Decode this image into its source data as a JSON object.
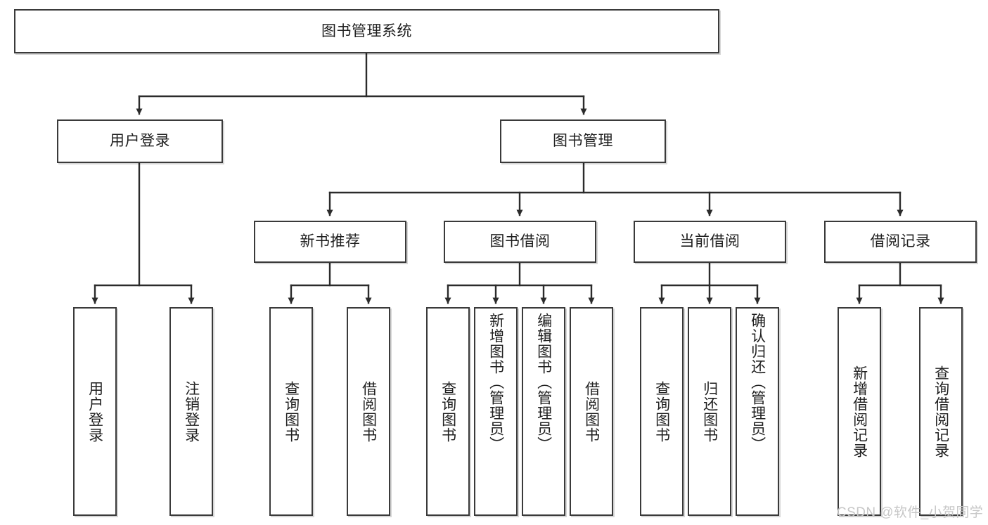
{
  "diagram": {
    "type": "tree-hierarchy",
    "title": "图书管理系统",
    "watermark": "CSDN @软件_小贺同学",
    "colors": {
      "box_border": "#3a3a3a",
      "box_fill": "#ffffff",
      "connector": "#2b2b2b",
      "text": "#1f1f1f",
      "watermark": "#c7c7c7",
      "background": "#ffffff"
    },
    "root": {
      "label": "图书管理系统"
    },
    "level1": [
      {
        "label": "用户登录"
      },
      {
        "label": "图书管理"
      }
    ],
    "level2": [
      {
        "label": "新书推荐"
      },
      {
        "label": "图书借阅"
      },
      {
        "label": "当前借阅"
      },
      {
        "label": "借阅记录"
      }
    ],
    "leaves": {
      "user_login": [
        {
          "label": "用户登录"
        },
        {
          "label": "注销登录"
        }
      ],
      "new_book_recommend": [
        {
          "label": "查询图书"
        },
        {
          "label": "借阅图书"
        }
      ],
      "book_borrow": [
        {
          "label": "查询图书"
        },
        {
          "label": "新增图书（管理员）"
        },
        {
          "label": "编辑图书（管理员）"
        },
        {
          "label": "借阅图书"
        }
      ],
      "current_borrow": [
        {
          "label": "查询图书"
        },
        {
          "label": "归还图书"
        },
        {
          "label": "确认归还（管理员）"
        }
      ],
      "borrow_record": [
        {
          "label": "新增借阅记录"
        },
        {
          "label": "查询借阅记录"
        }
      ]
    }
  }
}
